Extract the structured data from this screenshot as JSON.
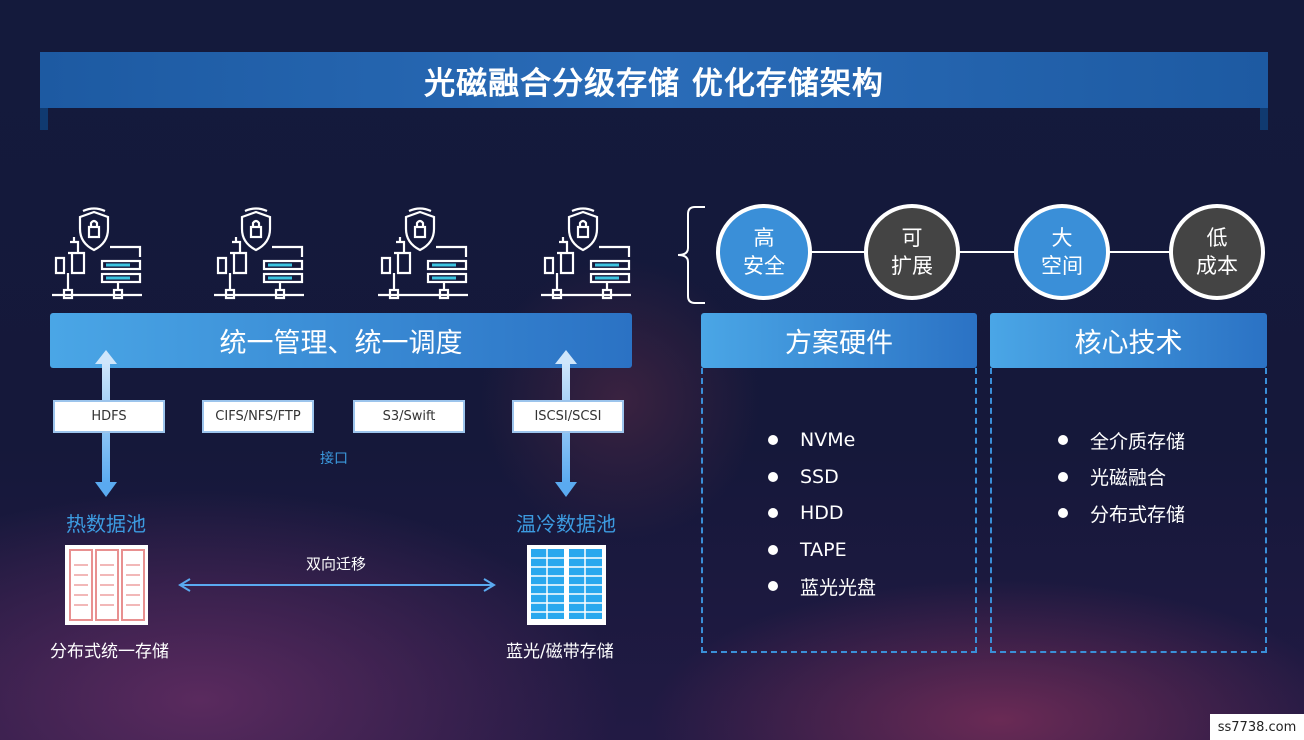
{
  "title": "光磁融合分级存储  优化存储架构",
  "left": {
    "management_bar": "统一管理、统一调度",
    "interfaces": [
      "HDFS",
      "CIFS/NFS/FTP",
      "S3/Swift",
      "ISCSI/SCSI"
    ],
    "interface_label": "接口",
    "hot_pool": "热数据池",
    "cold_pool": "温冷数据池",
    "migration_label": "双向迁移",
    "hot_storage": "分布式统一存储",
    "cold_storage": "蓝光/磁带存储"
  },
  "features": [
    {
      "line1": "高",
      "line2": "安全",
      "color": "#3a8fd8"
    },
    {
      "line1": "可",
      "line2": "扩展",
      "color": "#444444"
    },
    {
      "line1": "大",
      "line2": "空间",
      "color": "#3a8fd8"
    },
    {
      "line1": "低",
      "line2": "成本",
      "color": "#444444"
    }
  ],
  "hardware": {
    "title": "方案硬件",
    "items": [
      "NVMe",
      "SSD",
      "HDD",
      "TAPE",
      "蓝光光盘"
    ]
  },
  "tech": {
    "title": "核心技术",
    "items": [
      "全介质存储",
      "光磁融合",
      "分布式存储"
    ]
  },
  "watermark": "ss7738.com"
}
